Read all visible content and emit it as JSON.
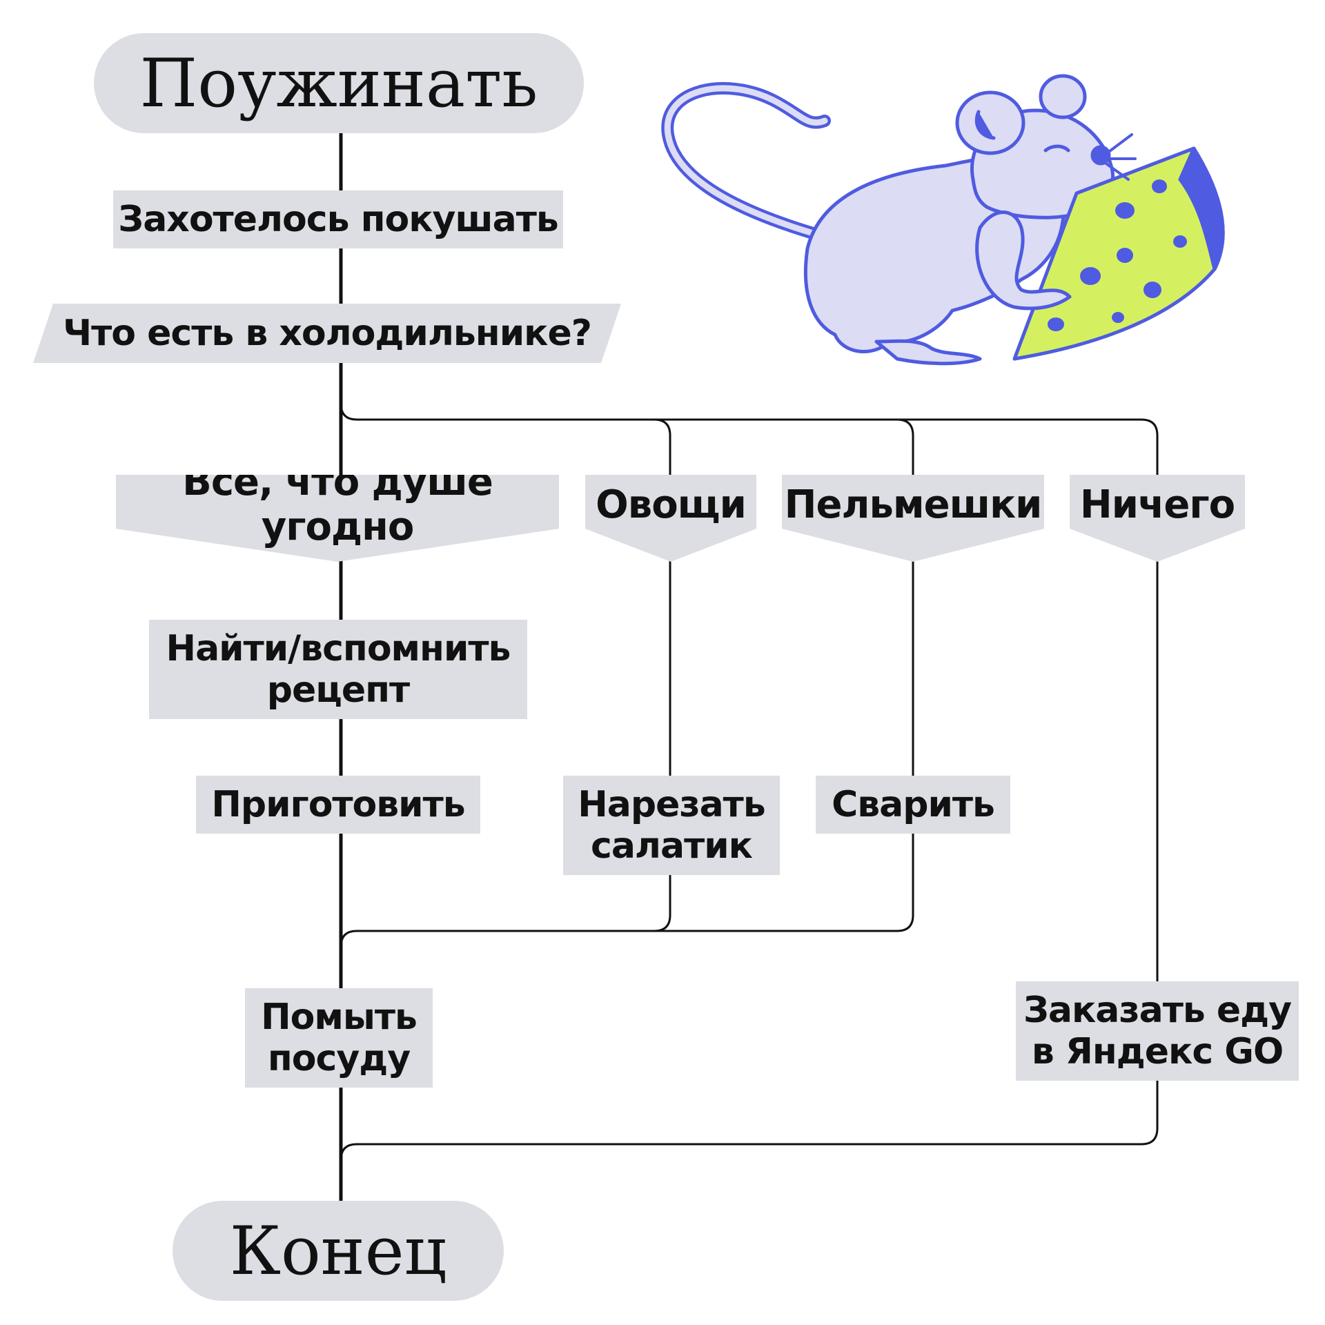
{
  "flowchart": {
    "start": "Поужинать",
    "step_hungry": "Захотелось покушать",
    "question": "Что есть в холодильнике?",
    "branches": {
      "anything": "Всё, что душе угодно",
      "vegetables": "Овощи",
      "dumplings": "Пельмешки",
      "nothing": "Ничего"
    },
    "step_recipe": "Найти/вспомнить\nрецепт",
    "step_cook": "Приготовить",
    "step_salad": "Нарезать\nсалатик",
    "step_boil": "Сварить",
    "step_wash": "Помыть\nпосуду",
    "step_order": "Заказать еду\nв Яндекс GO",
    "end": "Конец"
  },
  "illustration": {
    "name": "mouse-with-cheese",
    "outline_color": "#4f5be0",
    "body_color": "#dcdcf4",
    "cheese_color": "#d4f060"
  },
  "colors": {
    "node_fill": "#dcdee3",
    "text": "#111111",
    "connector": "#111111"
  }
}
